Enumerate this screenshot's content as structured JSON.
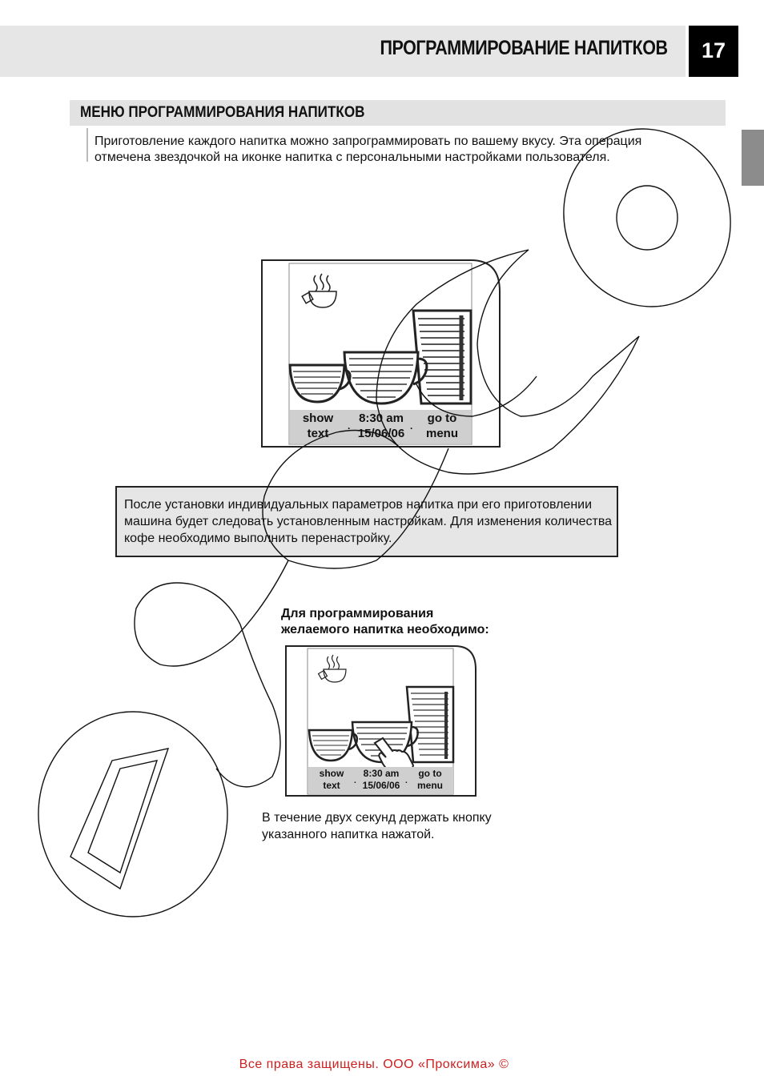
{
  "header": {
    "title": "ПРОГРАММИРОВАНИЕ НАПИТКОВ",
    "page_number": "17"
  },
  "section": {
    "title": "МЕНЮ ПРОГРАММИРОВАНИЯ НАПИТКОВ",
    "intro": "Приготовление каждого напитка можно запрограммировать по вашему вкусу. Эта операция отмечена звездочкой на иконке напитка с персональными настройками пользователя."
  },
  "display": {
    "left_label": [
      "show",
      "text"
    ],
    "center_label": [
      "8:30 am",
      "15/06/06"
    ],
    "right_label": [
      "go to",
      "menu"
    ]
  },
  "note": {
    "text": "После установки индивидуальных параметров напитка при его приготовлении машина будет следовать установленным настройкам. Для изменения количества кофе необходимо выполнить перенастройку."
  },
  "programming": {
    "heading": "Для программирования желаемого напитка необходимо:",
    "instruction": "В течение двух секунд держать кнопку указанного напитка нажатой."
  },
  "footer": {
    "copyright": "Все права защищены. ООО «Проксима» ©"
  },
  "colors": {
    "header_bg": "#e6e6e6",
    "page_number_bg": "#000000",
    "side_tab": "#8c8c8c",
    "note_bg": "#e6e6e6",
    "footer_text": "#cc2020"
  }
}
